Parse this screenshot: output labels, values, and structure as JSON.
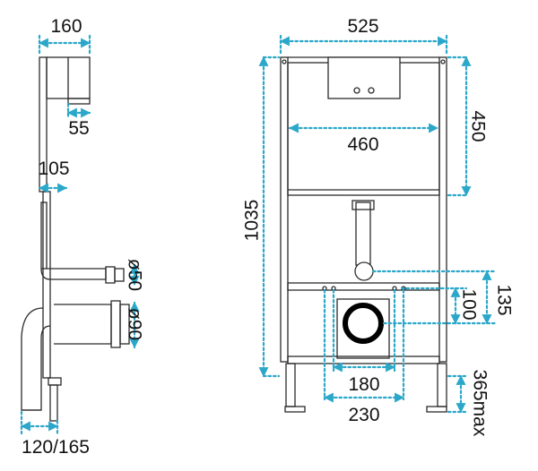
{
  "dimensions": {
    "side_depth": "160",
    "side_top_step": "55",
    "side_mid_depth": "105",
    "side_pipe_small": "ø50",
    "side_pipe_large": "ø90",
    "side_foot_depth": "120/165",
    "front_width": "525",
    "front_cistern_height": "450",
    "front_cistern_width": "460",
    "front_total_height": "1035",
    "front_small_offset": "100",
    "front_large_offset": "135",
    "front_bolt_inner": "180",
    "front_bolt_outer": "230",
    "front_leg_max": "365max"
  },
  "colors": {
    "dimension": "#2aa7c9",
    "outline": "#2b2b2b",
    "outlet_ring": "#000000"
  }
}
